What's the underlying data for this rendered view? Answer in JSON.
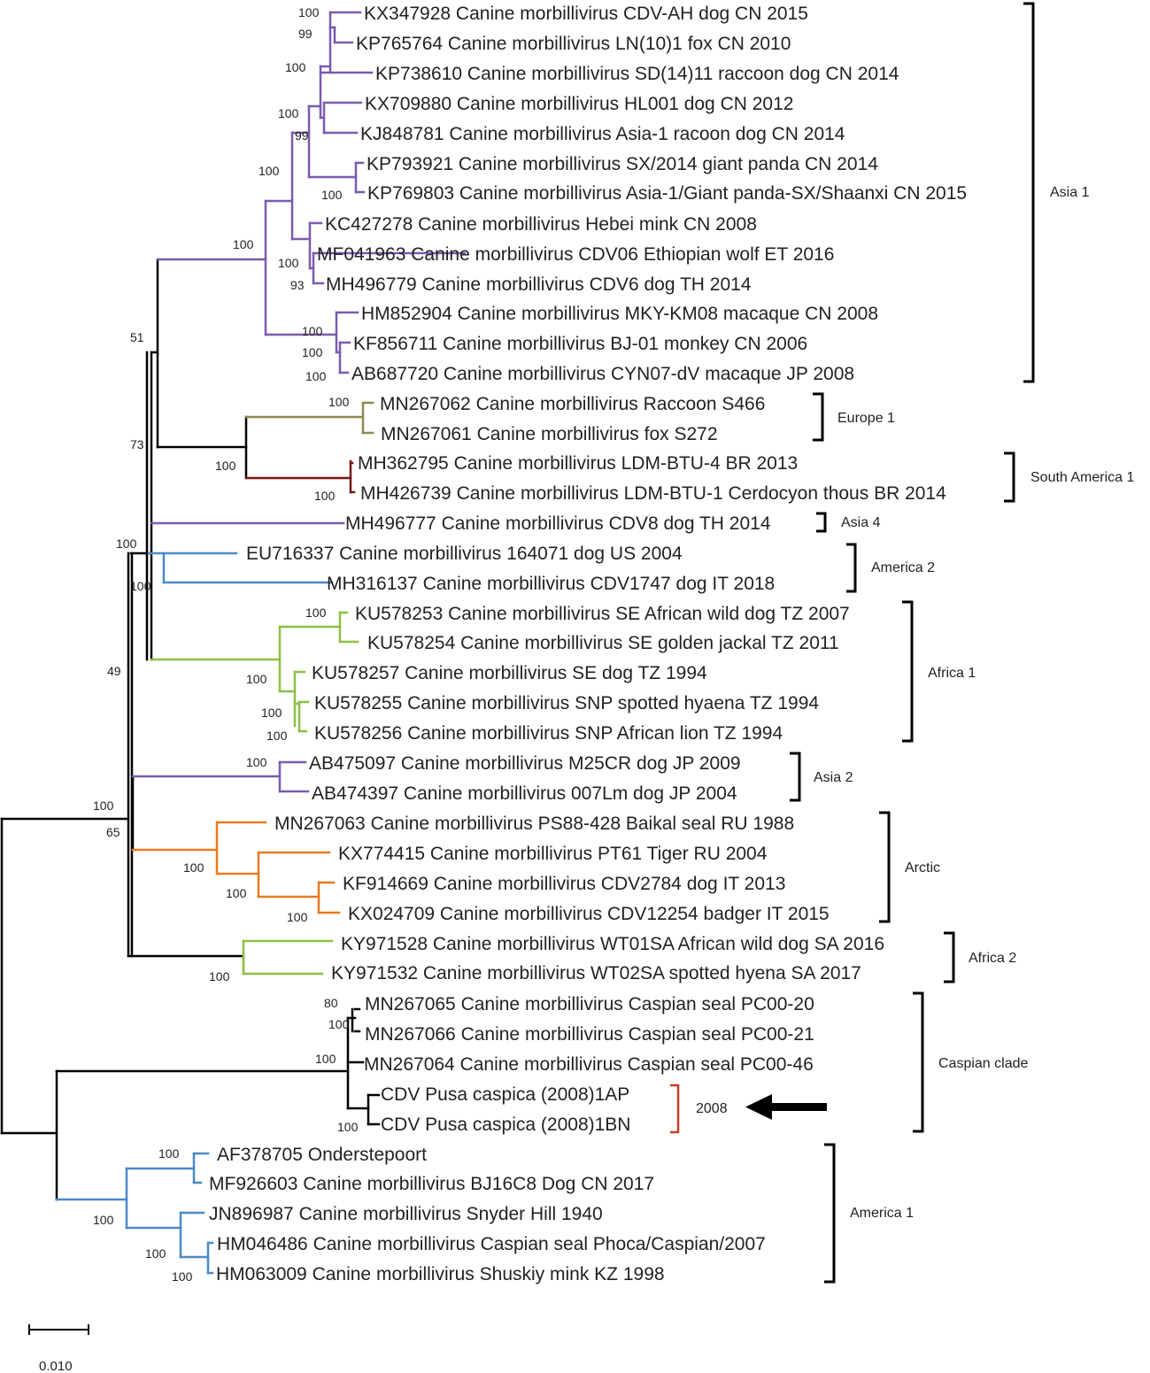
{
  "colors": {
    "black": "#000000",
    "purple": "#7B5BB0",
    "olive": "#8B8A50",
    "maroon": "#7A1616",
    "blue": "#4A8AC8",
    "green": "#8DBF45",
    "orange": "#E87A1C",
    "red": "#C83A24"
  },
  "leaves": [
    "KX347928 Canine morbillivirus CDV-AH dog CN 2015",
    "KP765764 Canine morbillivirus LN(10)1 fox CN 2010",
    "KP738610 Canine morbillivirus SD(14)11 raccoon dog CN 2014",
    "KX709880 Canine morbillivirus HL001 dog CN 2012",
    "KJ848781 Canine morbillivirus Asia-1 racoon dog CN 2014",
    "KP793921 Canine morbillivirus SX/2014 giant panda CN 2014",
    "KP769803 Canine morbillivirus Asia-1/Giant panda-SX/Shaanxi CN 2015",
    "KC427278 Canine morbillivirus Hebei mink CN 2008",
    "MF041963 Canine morbillivirus CDV06 Ethiopian wolf ET 2016",
    "MH496779 Canine morbillivirus CDV6 dog TH 2014",
    "HM852904 Canine morbillivirus MKY-KM08 macaque CN 2008",
    "KF856711 Canine morbillivirus BJ-01 monkey CN 2006",
    "AB687720 Canine morbillivirus CYN07-dV macaque JP 2008",
    "MN267062 Canine morbillivirus Raccoon S466",
    "MN267061 Canine morbillivirus fox S272",
    "MH362795 Canine morbillivirus LDM-BTU-4 BR 2013",
    "MH426739 Canine morbillivirus LDM-BTU-1 Cerdocyon thous BR 2014",
    "MH496777 Canine morbillivirus CDV8 dog TH 2014",
    "EU716337 Canine morbillivirus 164071 dog US 2004",
    "MH316137 Canine morbillivirus CDV1747 dog IT 2018",
    "KU578253 Canine morbillivirus SE African wild dog TZ 2007",
    "KU578254 Canine morbillivirus SE golden jackal TZ 2011",
    "KU578257 Canine morbillivirus SE dog TZ 1994",
    "KU578255 Canine morbillivirus SNP spotted hyaena TZ 1994",
    "KU578256 Canine morbillivirus SNP African lion TZ 1994",
    "AB475097 Canine morbillivirus M25CR dog JP 2009",
    "AB474397 Canine morbillivirus 007Lm dog JP 2004",
    "MN267063 Canine morbillivirus PS88-428 Baikal seal RU 1988",
    "KX774415 Canine morbillivirus PT61 Tiger RU 2004",
    "KF914669 Canine morbillivirus CDV2784 dog IT 2013",
    "KX024709 Canine morbillivirus CDV12254 badger IT 2015",
    "KY971528 Canine morbillivirus WT01SA African wild dog SA 2016",
    "KY971532 Canine morbillivirus WT02SA spotted hyena SA 2017",
    "MN267065 Canine morbillivirus Caspian seal PC00-20",
    "MN267066 Canine morbillivirus Caspian seal PC00-21",
    "MN267064 Canine morbillivirus Caspian seal PC00-46",
    "CDV Pusa caspica (2008)1AP",
    "CDV Pusa caspica (2008)1BN",
    "AF378705 Onderstepoort",
    "MF926603 Canine morbillivirus BJ16C8 Dog CN 2017",
    "JN896987 Canine morbillivirus Snyder Hill 1940",
    "HM046486 Canine morbillivirus Caspian seal Phoca/Caspian/2007",
    "HM063009 Canine morbillivirus Shuskiy mink KZ 1998"
  ],
  "bootstraps": [
    "100",
    "99",
    "100",
    "100",
    "99",
    "100",
    "100",
    "100",
    "100",
    "93",
    "100",
    "100",
    "51",
    "100",
    "73",
    "100",
    "100",
    "100",
    "100",
    "49",
    "100",
    "100",
    "100",
    "100",
    "100",
    "65",
    "100",
    "100",
    "100",
    "100",
    "100",
    "100",
    "80",
    "100",
    "100",
    "100",
    "100",
    "100",
    "100"
  ],
  "clades": {
    "asia1": "Asia 1",
    "europe1": "Europe 1",
    "south_america1": "South America 1",
    "asia4": "Asia 4",
    "america2": "America 2",
    "africa1": "Africa 1",
    "asia2": "Asia 2",
    "arctic": "Arctic",
    "africa2": "Africa 2",
    "caspian": "Caspian clade",
    "y2008": "2008",
    "america1": "America 1"
  },
  "scale_bar": "0.010"
}
